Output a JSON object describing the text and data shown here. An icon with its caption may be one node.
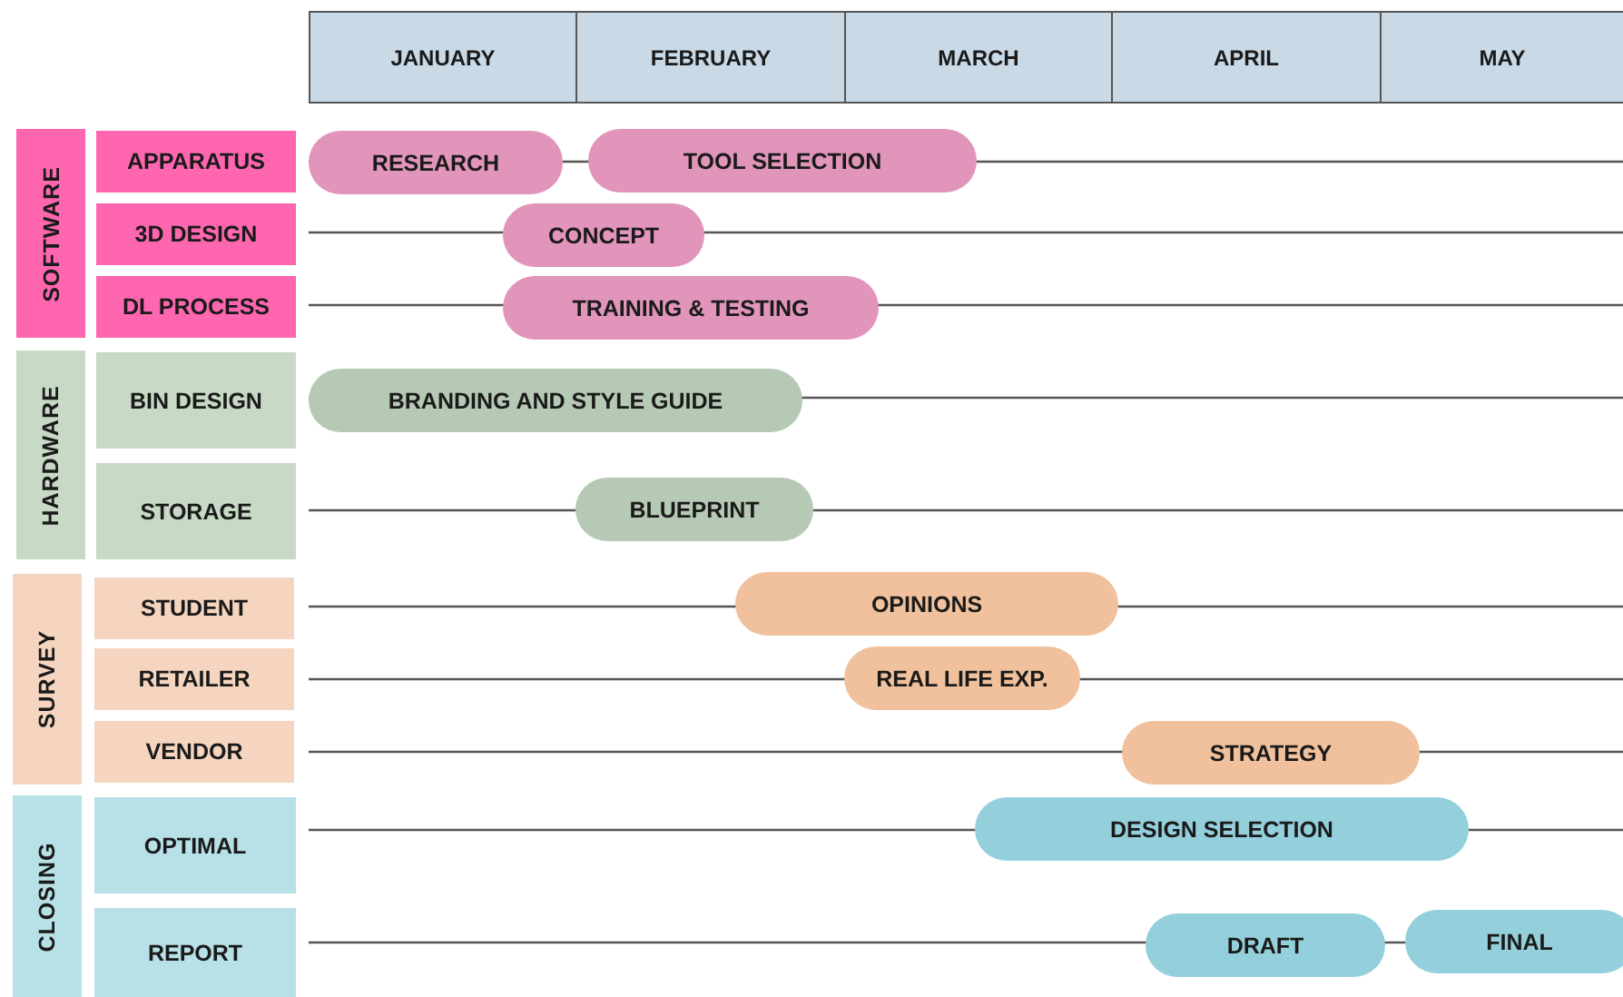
{
  "diagram": {
    "nodes": [
      {
        "text": [
          "JANUARY"
        ]
      },
      {
        "text": [
          "FEBRUARY"
        ]
      },
      {
        "text": [
          "MARCH"
        ]
      },
      {
        "text": [
          "APRIL"
        ]
      },
      {
        "text": [
          "MAY"
        ]
      },
      {
        "text": [
          "SOFTWARE"
        ]
      },
      {
        "text": [
          "APPARATUS"
        ]
      },
      {
        "text": [
          "3D DESIGN"
        ]
      },
      {
        "text": [
          "DL PROCESS"
        ]
      },
      {
        "text": [
          "HARDWARE"
        ]
      },
      {
        "text": [
          "BIN DESIGN"
        ]
      },
      {
        "text": [
          "STORAGE"
        ]
      },
      {
        "text": [
          "SURVEY"
        ]
      },
      {
        "text": [
          "STUDENT"
        ]
      },
      {
        "text": [
          "RETAILER"
        ]
      },
      {
        "text": [
          "VENDOR"
        ]
      },
      {
        "text": [
          "CLOSING"
        ]
      },
      {
        "text": [
          "OPTIMAL"
        ]
      },
      {
        "text": [
          "REPORT"
        ]
      },
      {
        "text": [
          "RESEARCH"
        ]
      },
      {
        "text": [
          "TOOL SELECTION"
        ]
      },
      {
        "text": [
          "CONCEPT"
        ]
      },
      {
        "text": [
          "TRAINING & TESTING"
        ]
      },
      {
        "text": [
          "BRANDING AND STYLE GUIDE"
        ]
      },
      {
        "text": [
          "BLUEPRINT"
        ]
      },
      {
        "text": [
          "OPINIONS"
        ]
      },
      {
        "text": [
          "REAL LIFE EXP."
        ]
      },
      {
        "text": [
          "STRATEGY"
        ]
      },
      {
        "text": [
          "DESIGN SELECTION"
        ]
      },
      {
        "text": [
          "DRAFT"
        ]
      },
      {
        "text": [
          "FINAL"
        ]
      }
    ]
  }
}
